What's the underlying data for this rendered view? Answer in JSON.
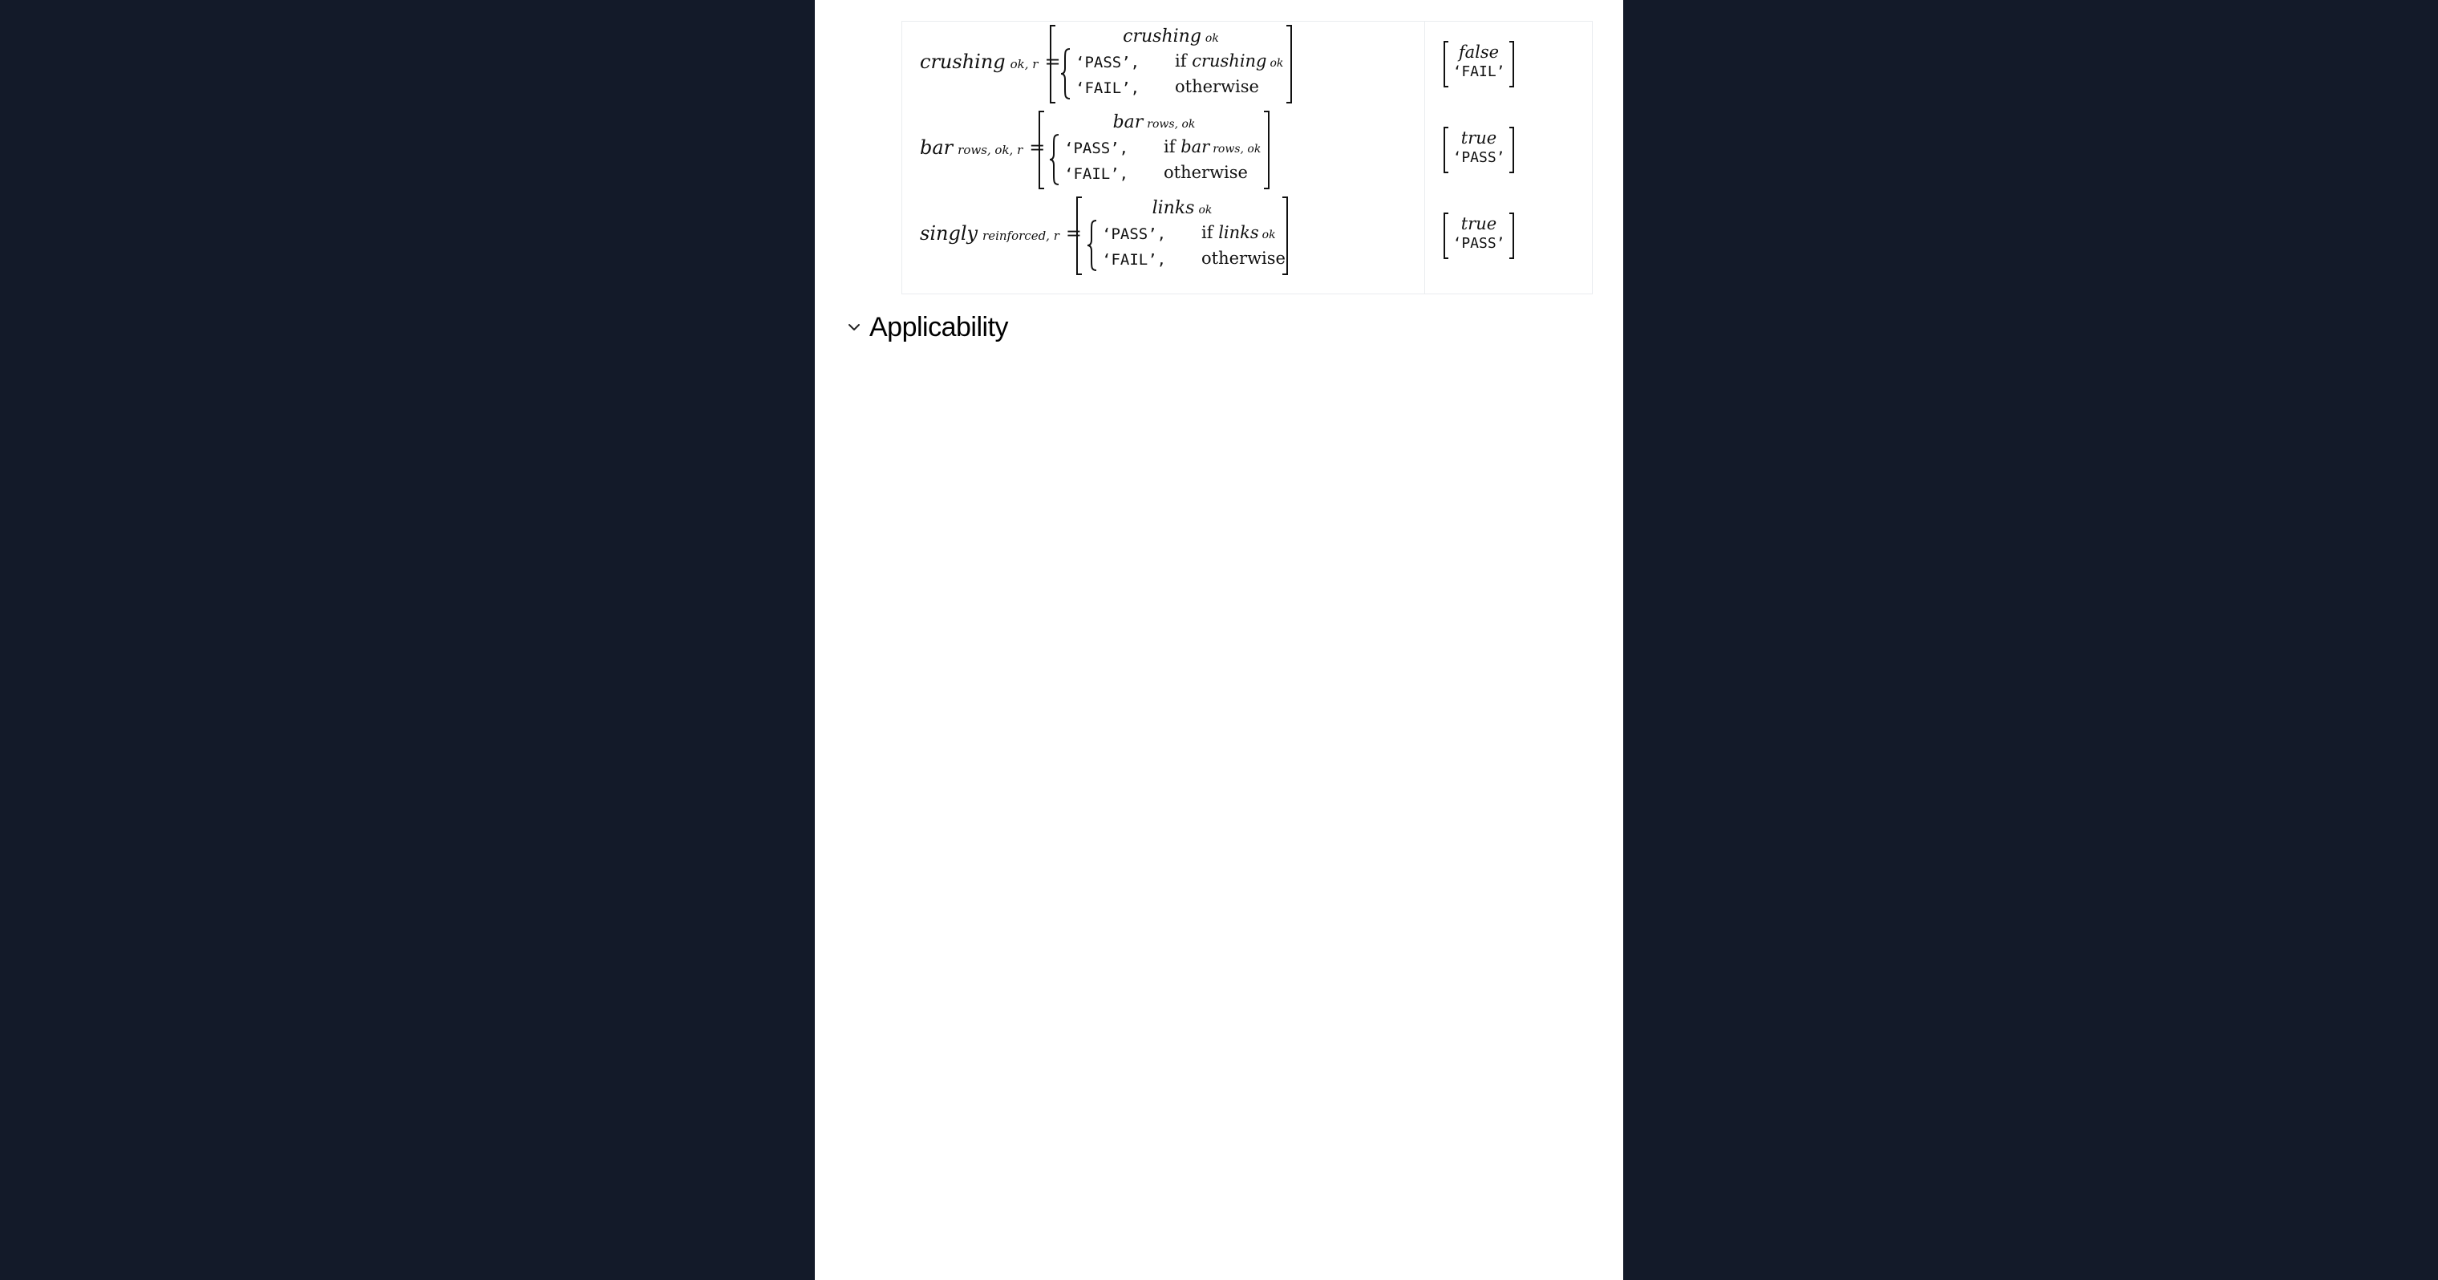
{
  "equations": [
    {
      "lhs_var": "crushing",
      "lhs_sub": "ok, r",
      "top_var": "crushing",
      "top_sub": "ok",
      "case_pass": "‘PASS’,",
      "case_pass_cond_if": "if",
      "case_pass_cond_var": "crushing",
      "case_pass_cond_sub": "ok",
      "case_fail": "‘FAIL’,",
      "case_fail_cond": "otherwise",
      "result_value": "false",
      "result_status": "‘FAIL’"
    },
    {
      "lhs_var": "bar",
      "lhs_sub": "rows, ok, r",
      "top_var": "bar",
      "top_sub": "rows, ok",
      "case_pass": "‘PASS’,",
      "case_pass_cond_if": "if",
      "case_pass_cond_var": "bar",
      "case_pass_cond_sub": "rows, ok",
      "case_fail": "‘FAIL’,",
      "case_fail_cond": "otherwise",
      "result_value": "true",
      "result_status": "‘PASS’"
    },
    {
      "lhs_var": "singly",
      "lhs_sub": "reinforced, r",
      "top_var": "links",
      "top_sub": "ok",
      "case_pass": "‘PASS’,",
      "case_pass_cond_if": "if",
      "case_pass_cond_var": "links",
      "case_pass_cond_sub": "ok",
      "case_fail": "‘FAIL’,",
      "case_fail_cond": "otherwise",
      "result_value": "true",
      "result_status": "‘PASS’"
    }
  ],
  "equals_sign": "=",
  "section": {
    "title": "Applicability",
    "icon": "chevron-down-icon",
    "expanded": true
  },
  "colors": {
    "background": "#131a29",
    "page": "#ffffff",
    "table_border": "#e9ecef",
    "text": "#111111"
  }
}
